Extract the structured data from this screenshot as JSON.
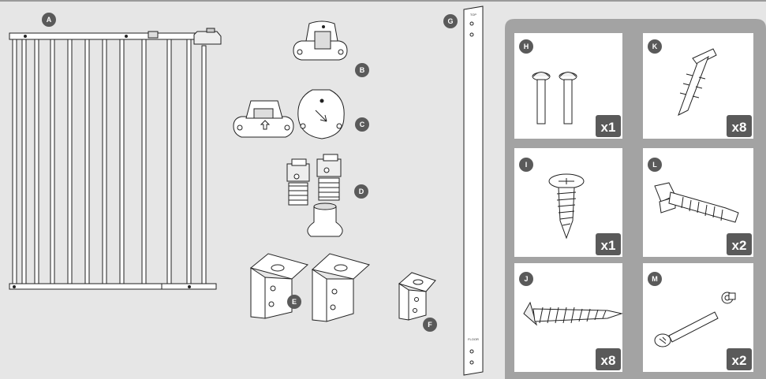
{
  "parts": [
    {
      "letter": "A",
      "name": "gate"
    },
    {
      "letter": "B",
      "name": "wall-cup-mount"
    },
    {
      "letter": "C",
      "name": "wall-cups-pair"
    },
    {
      "letter": "D",
      "name": "spindle-and-wall-cup"
    },
    {
      "letter": "E",
      "name": "angle-brackets-pair"
    },
    {
      "letter": "F",
      "name": "small-angle-bracket"
    },
    {
      "letter": "G",
      "name": "mounting-rail"
    }
  ],
  "rail_labels": {
    "top": "TOP",
    "floor": "FLOOR"
  },
  "hardware": [
    {
      "letter": "H",
      "qty": "x1"
    },
    {
      "letter": "K",
      "qty": "x8"
    },
    {
      "letter": "I",
      "qty": "x1"
    },
    {
      "letter": "L",
      "qty": "x2"
    },
    {
      "letter": "J",
      "qty": "x8"
    },
    {
      "letter": "M",
      "qty": "x2"
    }
  ],
  "colors": {
    "background": "#e6e6e6",
    "panel": "#a3a3a3",
    "card": "#ffffff",
    "badge": "#5a5a5a",
    "line": "#222222"
  }
}
